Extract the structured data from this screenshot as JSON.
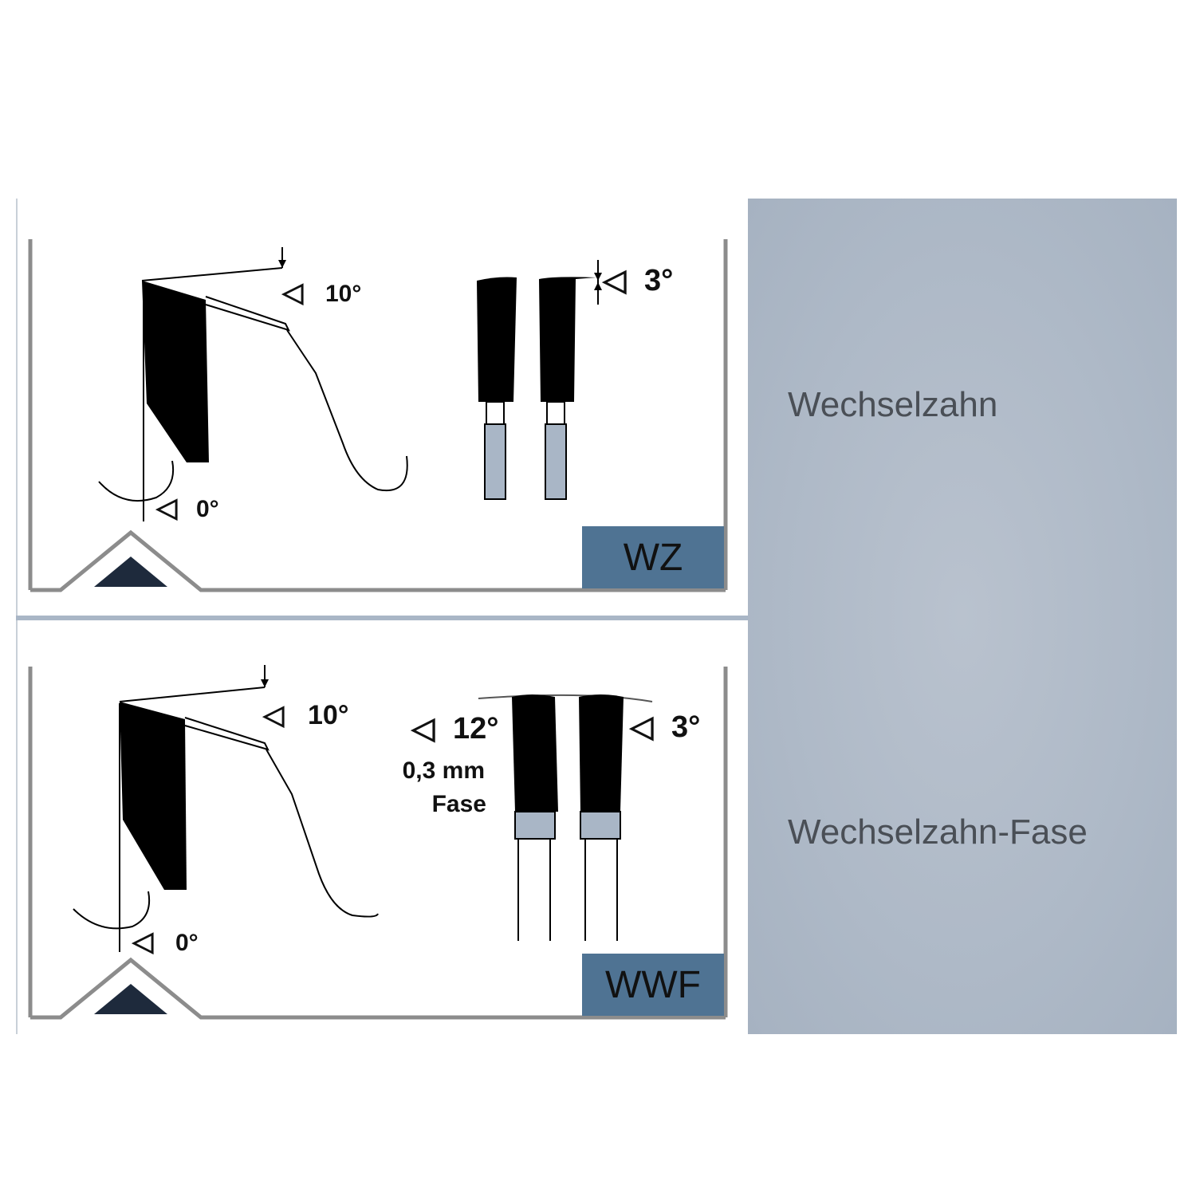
{
  "panels": [
    {
      "code": "WZ",
      "name": "Wechselzahn",
      "angles": {
        "clearance": "10°",
        "rake": "0°",
        "side": "3°"
      }
    },
    {
      "code": "WWF",
      "name": "Wechselzahn-Fase",
      "angles": {
        "clearance": "10°",
        "rake": "0°",
        "side": "3°",
        "chamfer": "12°"
      },
      "chamfer_size": "0,3 mm",
      "chamfer_label": "Fase"
    }
  ],
  "colors": {
    "badge": "#4f7393",
    "side_panel": "#aeb9c7",
    "tooth": "#000000",
    "tip_fill": "#a9b6c6"
  }
}
